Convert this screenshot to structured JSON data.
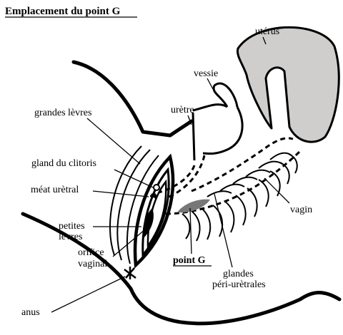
{
  "title": "Emplacement du point G",
  "labels": {
    "uterus": "utérus",
    "vessie": "vessie",
    "uretre": "urètre",
    "grandes_levres": "grandes lèvres",
    "gland_clitoris": "gland du clitoris",
    "meat_uretral": "méat urètral",
    "petites_levres_1": "petites",
    "petites_levres_2": "lèvres",
    "orifice_vaginal_1": "orifice",
    "orifice_vaginal_2": "vaginal",
    "point_g": "point G",
    "glandes_1": "glandes",
    "glandes_2": "péri-urètrales",
    "vagin": "vagin",
    "anus": "anus"
  },
  "colors": {
    "organ_fill": "#d0cdcd",
    "point_g_fill": "#777777",
    "line": "#000000"
  }
}
